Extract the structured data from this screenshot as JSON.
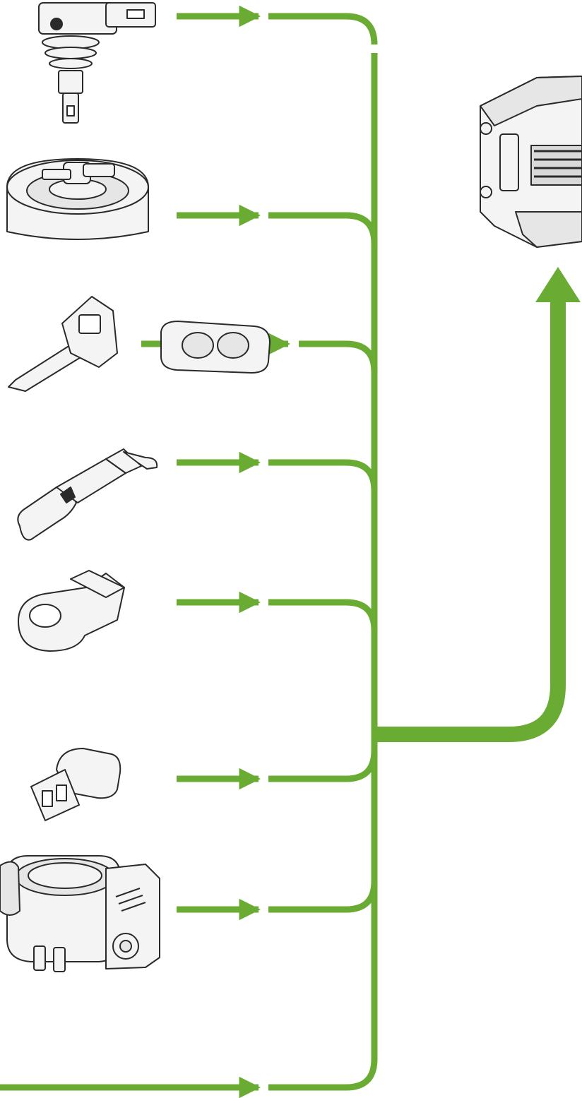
{
  "diagram": {
    "kind": "sensor-inputs-to-control-unit",
    "colors": {
      "flow": "#6aac33",
      "outline": "#2a2a2a",
      "part_fill": "#f4f4f4",
      "part_shade": "#d9d9d9",
      "background": "#ffffff"
    },
    "inputs": [
      {
        "id": "sensor-1",
        "icon": "plug-in-sensor-icon"
      },
      {
        "id": "sensor-2",
        "icon": "rotary-sensor-icon"
      },
      {
        "id": "sensor-3",
        "icon": "ignition-coil-with-module-icon"
      },
      {
        "id": "sensor-4",
        "icon": "probe-sensor-icon"
      },
      {
        "id": "sensor-5",
        "icon": "knock-sensor-icon"
      },
      {
        "id": "sensor-6",
        "icon": "temperature-sender-icon"
      },
      {
        "id": "sensor-7",
        "icon": "throttle-body-icon"
      },
      {
        "id": "sensor-8",
        "icon": "signal-line-icon"
      }
    ],
    "output": {
      "id": "control-unit",
      "icon": "control-unit-icon"
    }
  }
}
